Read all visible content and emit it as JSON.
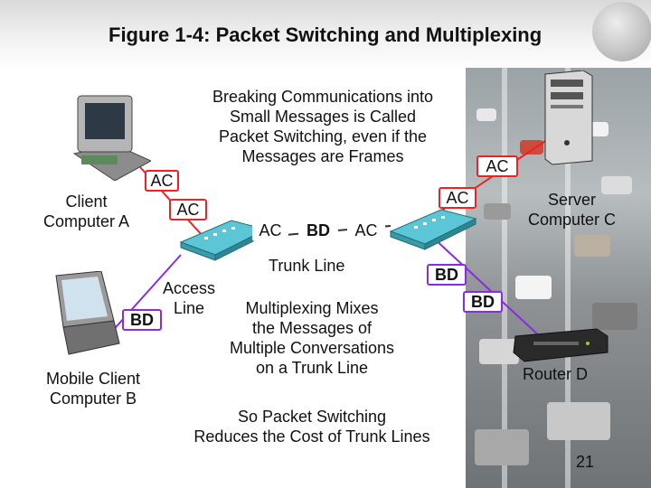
{
  "title": "Figure 1-4: Packet Switching and Multiplexing",
  "top_caption": [
    "Breaking Communications into",
    "Small Messages is Called",
    "Packet Switching, even if the",
    "Messages are Frames"
  ],
  "client_a": [
    "Client",
    "Computer A"
  ],
  "mobile_b": [
    "Mobile Client",
    "Computer B"
  ],
  "server_c": [
    "Server",
    "Computer C"
  ],
  "router_d": "Router D",
  "access_line": [
    "Access",
    "Line"
  ],
  "trunk_line": "Trunk Line",
  "multiplex_caption": [
    "Multiplexing Mixes",
    "the Messages of",
    "Multiple Conversations",
    "on a Trunk Line"
  ],
  "bottom_caption": [
    "So Packet Switching",
    "Reduces the Cost of Trunk Lines"
  ],
  "page_number": "21",
  "ac_label": "AC",
  "bd_label": "BD",
  "colors": {
    "ac_link": "#ee2222",
    "bd_link": "#8a2be2",
    "switch": "#5bc6d6"
  }
}
